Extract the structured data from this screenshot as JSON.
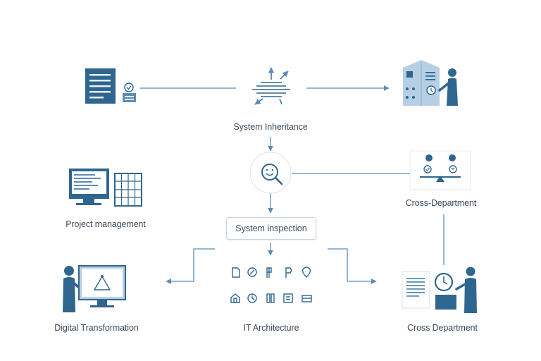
{
  "nodes": {
    "system_inheritance": "System Inheritance",
    "system_inspection": "System inspection",
    "project_management": "Project management",
    "cross_department_right": "Cross-Department",
    "digital_transformation": "Digital Transformation",
    "it_architecture": "IT Architecture",
    "cross_department_bottom": "Cross Department"
  },
  "icons": {
    "top_left": "document-checklist-icon",
    "top_center": "layered-arrows-icon",
    "top_right": "building-person-icon",
    "center": "search-smile-icon",
    "mid_left": "monitor-calendar-icon",
    "mid_right": "balance-people-icon",
    "bottom_left": "person-presentation-icon",
    "bottom_center": "it-tools-icon-grid",
    "bottom_right": "person-clock-document-icon"
  },
  "colors": {
    "primary": "#2f6690",
    "light": "#b7cfe4",
    "line": "#5b8db8",
    "text": "#3a4a5a"
  }
}
